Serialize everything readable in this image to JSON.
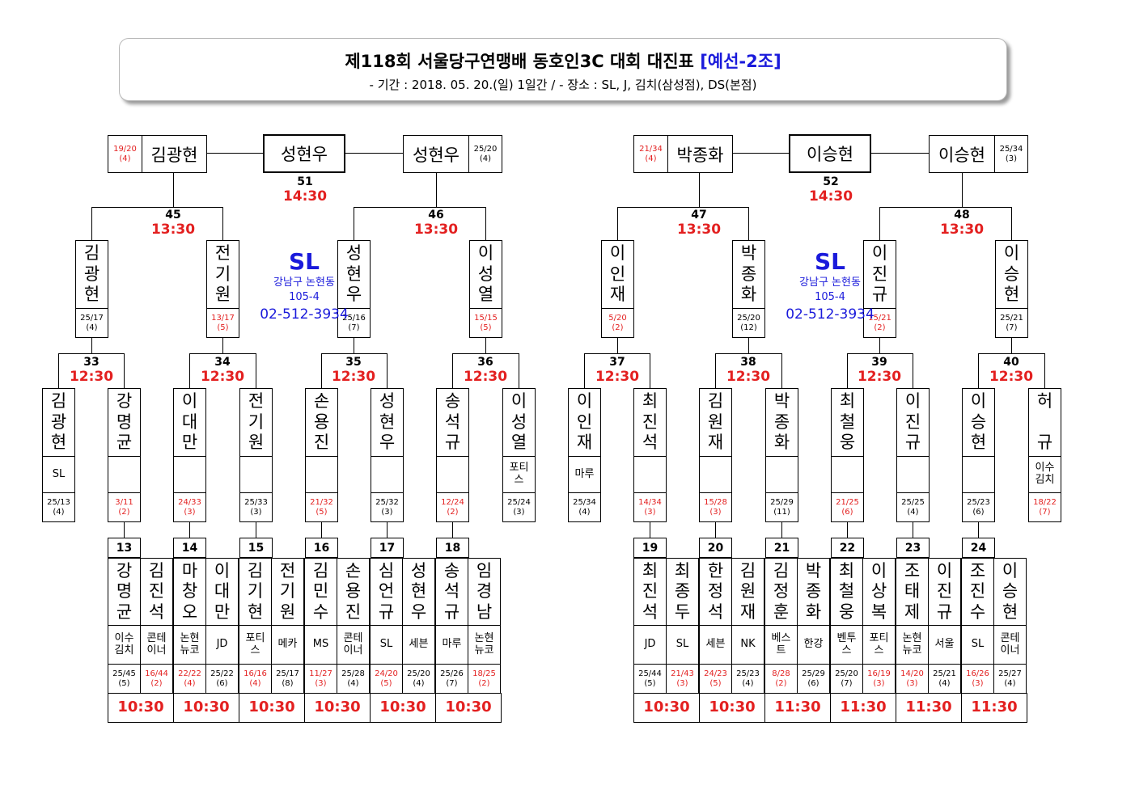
{
  "header": {
    "title": "제118회 서울당구연맹배 동호인3C 대회 대진표",
    "title_suffix": "[예선-2조]",
    "subtitle": "- 기간 : 2018. 05. 20.(일) 1일간 / - 장소 : SL, J, 김치(삼성점), DS(본점)"
  },
  "colors": {
    "red": "#e32020",
    "blue": "#1a1adb"
  },
  "venue": {
    "name": "SL",
    "address_line1": "강남구 논현동",
    "address_line2": "105-4",
    "phone": "02-512-3934"
  },
  "left": {
    "final": {
      "match_no": "51",
      "time": "14:30",
      "winner": "성현우",
      "left": {
        "name": "김광현",
        "score": "19/20",
        "rank": "(4)",
        "red": true
      },
      "right": {
        "name": "성현우",
        "score": "25/20",
        "rank": "(4)",
        "red": false
      }
    },
    "semis": [
      {
        "match_no": "45",
        "time": "13:30"
      },
      {
        "match_no": "46",
        "time": "13:30"
      }
    ],
    "quarters": [
      {
        "name": "김광현",
        "score": "25/17",
        "rank": "(4)",
        "red": false
      },
      {
        "name": "전기원",
        "score": "13/17",
        "rank": "(5)",
        "red": true
      },
      {
        "name": "성현우",
        "score": "25/16",
        "rank": "(7)",
        "red": false
      },
      {
        "name": "이성열",
        "score": "15/15",
        "rank": "(5)",
        "red": true
      }
    ],
    "r16_matches": [
      {
        "match_no": "33",
        "time": "12:30"
      },
      {
        "match_no": "34",
        "time": "12:30"
      },
      {
        "match_no": "35",
        "time": "12:30"
      },
      {
        "match_no": "36",
        "time": "12:30"
      }
    ],
    "r16": [
      {
        "name": "김광현",
        "club": "SL",
        "score": "25/13",
        "rank": "(4)",
        "red": false
      },
      {
        "name": "강명균",
        "club": "",
        "score": "3/11",
        "rank": "(2)",
        "red": true
      },
      {
        "name": "이대만",
        "club": "",
        "score": "24/33",
        "rank": "(3)",
        "red": true
      },
      {
        "name": "전기원",
        "club": "",
        "score": "25/33",
        "rank": "(3)",
        "red": false
      },
      {
        "name": "손용진",
        "club": "",
        "score": "21/32",
        "rank": "(5)",
        "red": true
      },
      {
        "name": "성현우",
        "club": "",
        "score": "25/32",
        "rank": "(3)",
        "red": false
      },
      {
        "name": "송석규",
        "club": "",
        "score": "12/24",
        "rank": "(2)",
        "red": true
      },
      {
        "name": "이성열",
        "club": "포티\n스",
        "score": "25/24",
        "rank": "(3)",
        "red": false
      }
    ],
    "first_round": [
      {
        "match_no": "13",
        "time": "10:30",
        "players": [
          {
            "name": "강명균",
            "club": "이수\n김치",
            "score": "25/45",
            "rank": "(5)",
            "red": false
          },
          {
            "name": "김진석",
            "club": "콘테\n이너",
            "score": "16/44",
            "rank": "(2)",
            "red": true
          }
        ]
      },
      {
        "match_no": "14",
        "time": "10:30",
        "players": [
          {
            "name": "마창오",
            "club": "논현\n뉴코",
            "score": "22/22",
            "rank": "(4)",
            "red": true
          },
          {
            "name": "이대만",
            "club": "JD",
            "score": "25/22",
            "rank": "(6)",
            "red": false
          }
        ]
      },
      {
        "match_no": "15",
        "time": "10:30",
        "players": [
          {
            "name": "김기현",
            "club": "포티\n스",
            "score": "16/16",
            "rank": "(4)",
            "red": true
          },
          {
            "name": "전기원",
            "club": "메카",
            "score": "25/17",
            "rank": "(8)",
            "red": false
          }
        ]
      },
      {
        "match_no": "16",
        "time": "10:30",
        "players": [
          {
            "name": "김민수",
            "club": "MS",
            "score": "11/27",
            "rank": "(3)",
            "red": true
          },
          {
            "name": "손용진",
            "club": "콘테\n이너",
            "score": "25/28",
            "rank": "(4)",
            "red": false
          }
        ]
      },
      {
        "match_no": "17",
        "time": "10:30",
        "players": [
          {
            "name": "심언규",
            "club": "SL",
            "score": "24/20",
            "rank": "(5)",
            "red": true
          },
          {
            "name": "성현우",
            "club": "세븐",
            "score": "25/20",
            "rank": "(4)",
            "red": false
          }
        ]
      },
      {
        "match_no": "18",
        "time": "10:30",
        "players": [
          {
            "name": "송석규",
            "club": "마루",
            "score": "25/26",
            "rank": "(7)",
            "red": false
          },
          {
            "name": "임경남",
            "club": "논현\n뉴코",
            "score": "18/25",
            "rank": "(2)",
            "red": true
          }
        ]
      }
    ]
  },
  "right": {
    "final": {
      "match_no": "52",
      "time": "14:30",
      "winner": "이승현",
      "left": {
        "name": "박종화",
        "score": "21/34",
        "rank": "(4)",
        "red": true
      },
      "right": {
        "name": "이승현",
        "score": "25/34",
        "rank": "(3)",
        "red": false
      }
    },
    "semis": [
      {
        "match_no": "47",
        "time": "13:30"
      },
      {
        "match_no": "48",
        "time": "13:30"
      }
    ],
    "quarters": [
      {
        "name": "이인재",
        "score": "5/20",
        "rank": "(2)",
        "red": true
      },
      {
        "name": "박종화",
        "score": "25/20",
        "rank": "(12)",
        "red": false
      },
      {
        "name": "이진규",
        "score": "15/21",
        "rank": "(2)",
        "red": true
      },
      {
        "name": "이승현",
        "score": "25/21",
        "rank": "(7)",
        "red": false
      }
    ],
    "r16_matches": [
      {
        "match_no": "37",
        "time": "12:30"
      },
      {
        "match_no": "38",
        "time": "12:30"
      },
      {
        "match_no": "39",
        "time": "12:30"
      },
      {
        "match_no": "40",
        "time": "12:30"
      }
    ],
    "r16": [
      {
        "name": "이인재",
        "club": "마루",
        "score": "25/34",
        "rank": "(4)",
        "red": false
      },
      {
        "name": "최진석",
        "club": "",
        "score": "14/34",
        "rank": "(3)",
        "red": true
      },
      {
        "name": "김원재",
        "club": "",
        "score": "15/28",
        "rank": "(3)",
        "red": true
      },
      {
        "name": "박종화",
        "club": "",
        "score": "25/29",
        "rank": "(11)",
        "red": false
      },
      {
        "name": "최철웅",
        "club": "",
        "score": "21/25",
        "rank": "(6)",
        "red": true
      },
      {
        "name": "이진규",
        "club": "",
        "score": "25/25",
        "rank": "(4)",
        "red": false
      },
      {
        "name": "이승현",
        "club": "",
        "score": "25/23",
        "rank": "(6)",
        "red": false
      },
      {
        "name": "허 규",
        "club": "이수\n김치",
        "score": "18/22",
        "rank": "(7)",
        "red": true
      }
    ],
    "first_round": [
      {
        "match_no": "19",
        "time": "10:30",
        "players": [
          {
            "name": "최진석",
            "club": "JD",
            "score": "25/44",
            "rank": "(5)",
            "red": false
          },
          {
            "name": "최종두",
            "club": "SL",
            "score": "21/43",
            "rank": "(3)",
            "red": true
          }
        ]
      },
      {
        "match_no": "20",
        "time": "10:30",
        "players": [
          {
            "name": "한정석",
            "club": "세븐",
            "score": "24/23",
            "rank": "(5)",
            "red": true
          },
          {
            "name": "김원재",
            "club": "NK",
            "score": "25/23",
            "rank": "(4)",
            "red": false
          }
        ]
      },
      {
        "match_no": "21",
        "time": "11:30",
        "players": [
          {
            "name": "김정훈",
            "club": "베스\n트",
            "score": "8/28",
            "rank": "(2)",
            "red": true
          },
          {
            "name": "박종화",
            "club": "한강",
            "score": "25/29",
            "rank": "(6)",
            "red": false
          }
        ]
      },
      {
        "match_no": "22",
        "time": "11:30",
        "players": [
          {
            "name": "최철웅",
            "club": "벤투\n스",
            "score": "25/20",
            "rank": "(7)",
            "red": false
          },
          {
            "name": "이상복",
            "club": "포티\n스",
            "score": "16/19",
            "rank": "(3)",
            "red": true
          }
        ]
      },
      {
        "match_no": "23",
        "time": "11:30",
        "players": [
          {
            "name": "조태제",
            "club": "논현\n뉴코",
            "score": "14/20",
            "rank": "(3)",
            "red": true
          },
          {
            "name": "이진규",
            "club": "서울",
            "score": "25/21",
            "rank": "(4)",
            "red": false
          }
        ]
      },
      {
        "match_no": "24",
        "time": "11:30",
        "players": [
          {
            "name": "조진수",
            "club": "SL",
            "score": "16/26",
            "rank": "(3)",
            "red": true
          },
          {
            "name": "이승현",
            "club": "콘테\n이너",
            "score": "25/27",
            "rank": "(4)",
            "red": false
          }
        ]
      }
    ]
  }
}
